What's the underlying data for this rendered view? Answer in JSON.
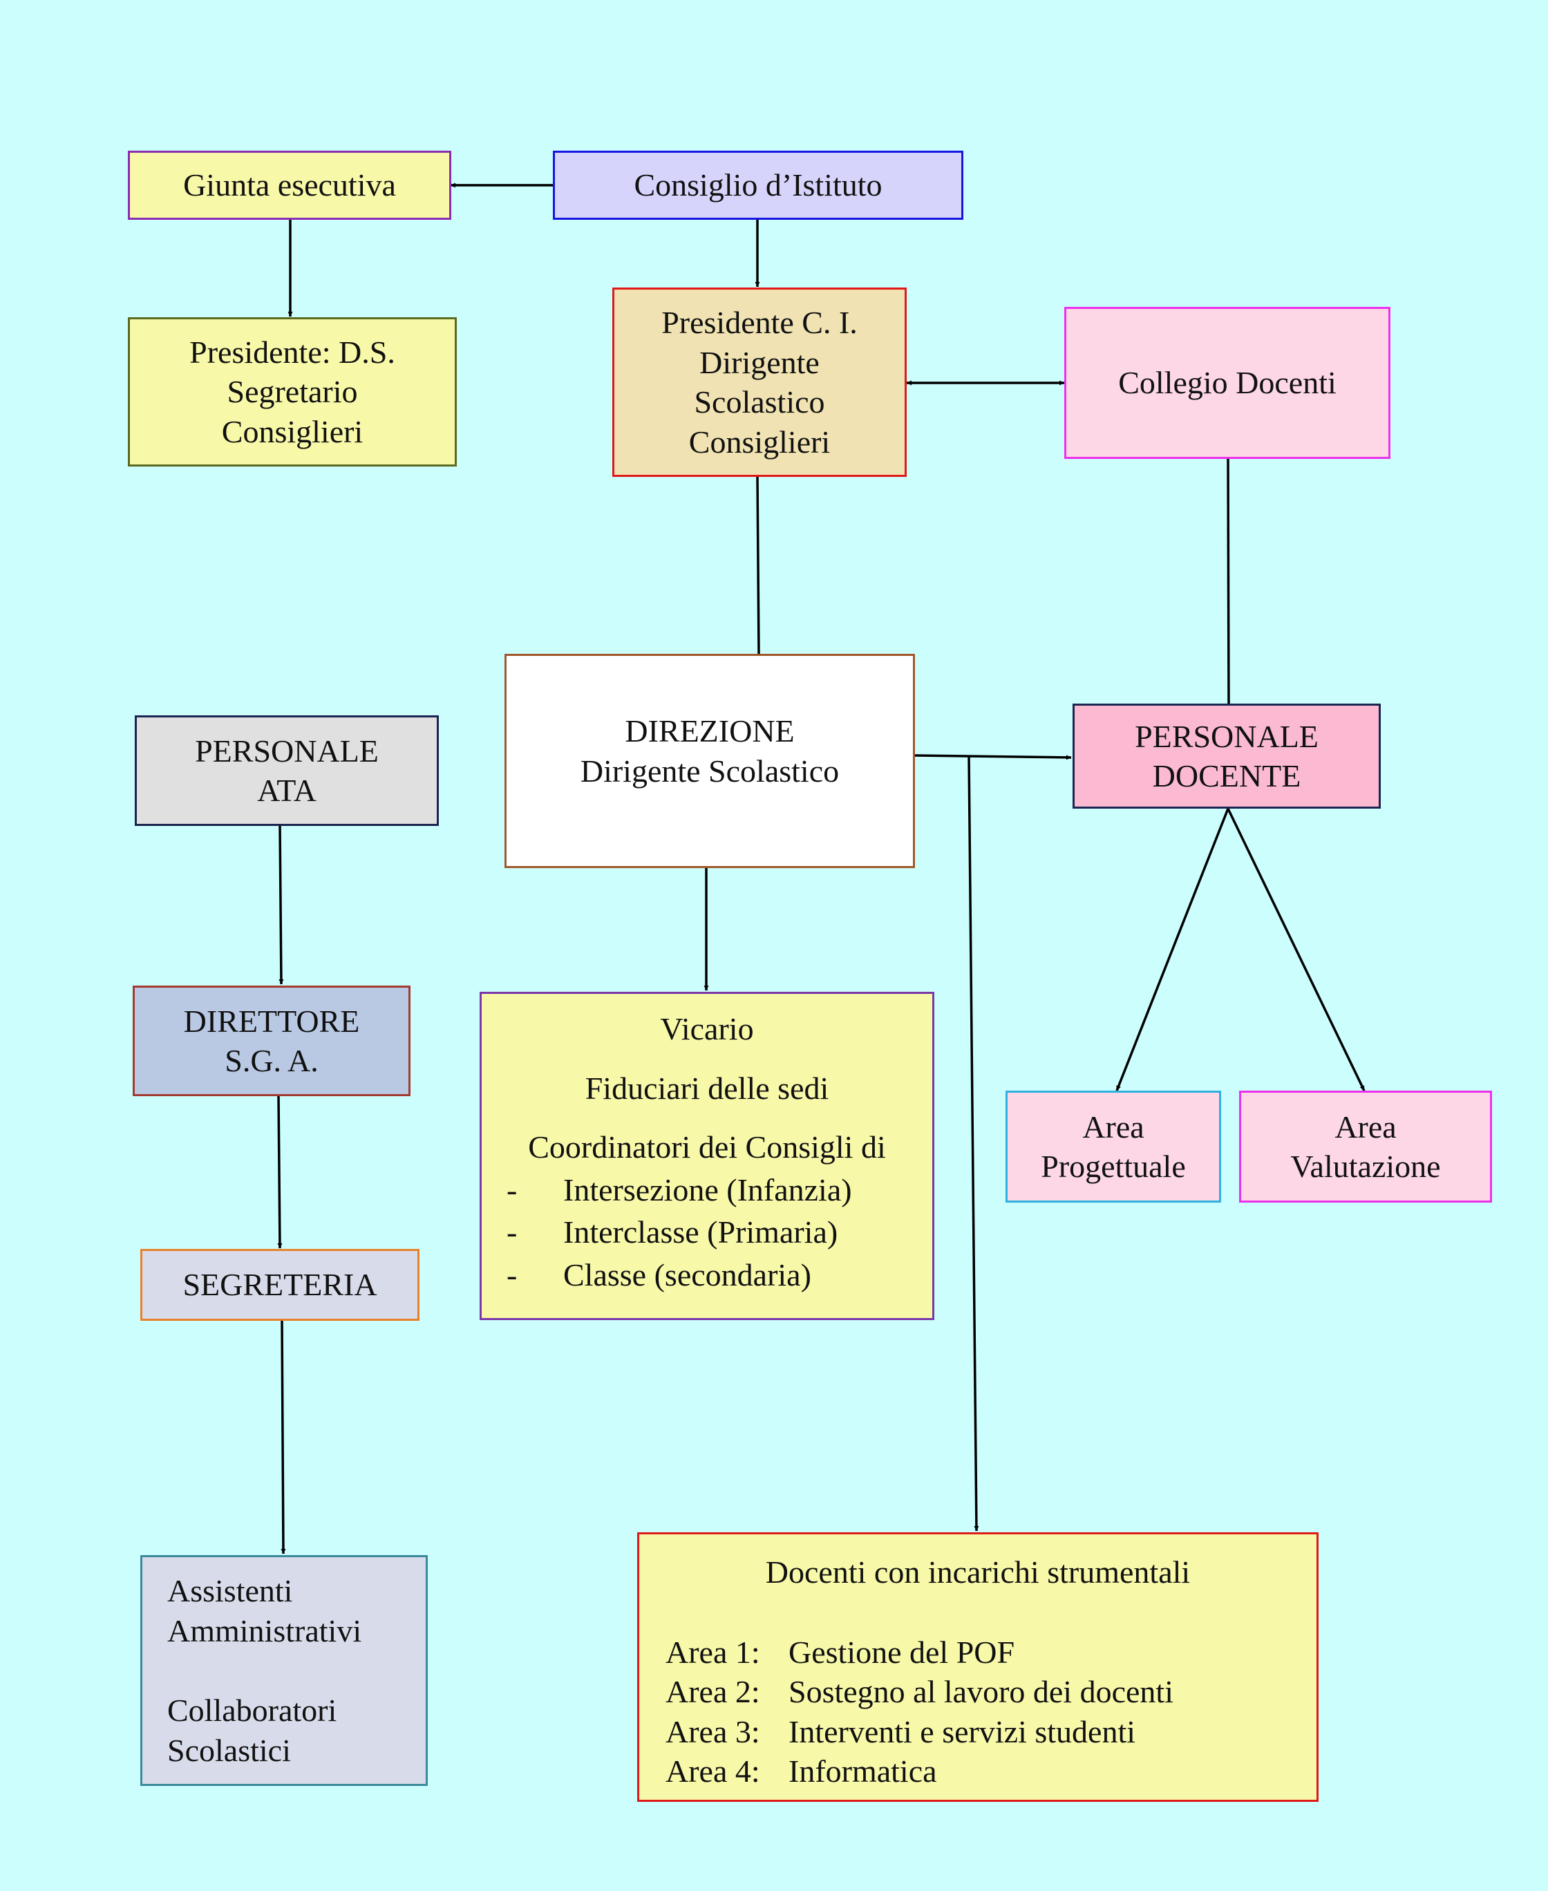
{
  "colors": {
    "background": "#ccfefe",
    "yellow": "#f7f8a8",
    "lavender": "#d6d4fb",
    "tan": "#f0e2b2",
    "pink_light": "#fdd7e6",
    "pink": "#fcbad2",
    "grey": "#e0e0e0",
    "blue_grey": "#b9c9e4",
    "pale_blue_grey": "#d8dcea"
  },
  "nodes": {
    "giunta": {
      "line1": "Giunta esecutiva"
    },
    "consiglio": {
      "line1": "Consiglio d’Istituto"
    },
    "presidente_giunta": {
      "line1": "Presidente: D.S.",
      "line2": "Segretario",
      "line3": "Consiglieri"
    },
    "presidente_ci": {
      "line1": "Presidente C. I.",
      "line2": "Dirigente",
      "line3": "Scolastico",
      "line4": "Consiglieri"
    },
    "collegio": {
      "line1": "Collegio Docenti"
    },
    "direzione": {
      "line1": "DIREZIONE",
      "line2": "Dirigente Scolastico"
    },
    "personale_ata": {
      "line1": "PERSONALE",
      "line2": "ATA"
    },
    "personale_docente": {
      "line1": "PERSONALE",
      "line2": "DOCENTE"
    },
    "direttore": {
      "line1": "DIRETTORE",
      "line2": "S.G. A."
    },
    "vicario": {
      "line1": "Vicario",
      "line2": "Fiduciari delle sedi",
      "line3": "Coordinatori dei Consigli di",
      "items": [
        {
          "bullet": "-",
          "text": "Intersezione (Infanzia)"
        },
        {
          "bullet": "-",
          "text": "Interclasse (Primaria)"
        },
        {
          "bullet": "-",
          "text": "Classe (secondaria)"
        }
      ]
    },
    "area_progettuale": {
      "line1": "Area",
      "line2": "Progettuale"
    },
    "area_valutazione": {
      "line1": "Area",
      "line2": "Valutazione"
    },
    "segreteria": {
      "line1": "SEGRETERIA"
    },
    "assistenti": {
      "line1": "Assistenti",
      "line2": "Amministrativi",
      "line3": "Collaboratori",
      "line4": "Scolastici"
    },
    "docenti_incarichi": {
      "title": "Docenti con incarichi strumentali",
      "areas": [
        {
          "label": "Area 1:",
          "text": "Gestione del POF"
        },
        {
          "label": "Area 2:",
          "text": "Sostegno al lavoro dei docenti"
        },
        {
          "label": "Area 3:",
          "text": "Interventi e servizi studenti"
        },
        {
          "label": "Area 4:",
          "text": "Informatica"
        }
      ]
    }
  }
}
